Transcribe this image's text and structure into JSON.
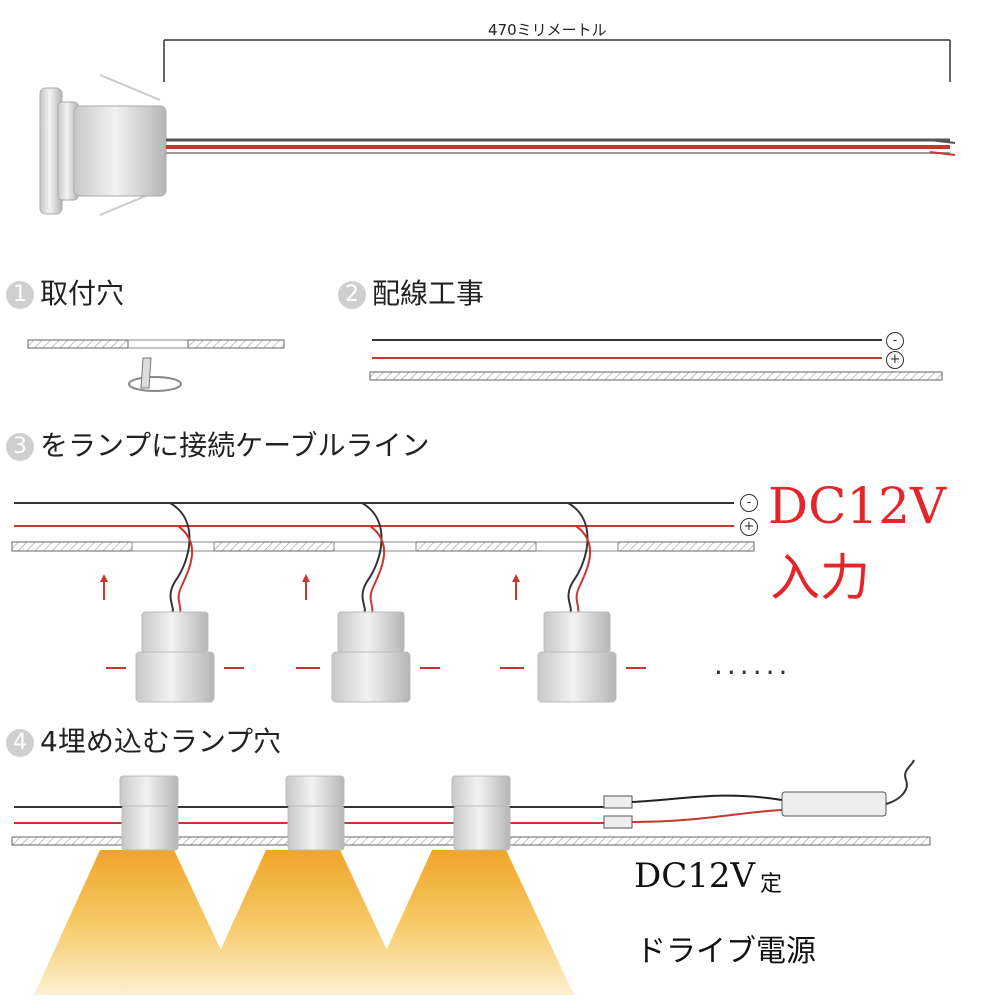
{
  "dimension_label": "470ミリメートル",
  "steps": [
    {
      "num": "1",
      "label": "取付穴"
    },
    {
      "num": "2",
      "label": "配線工事"
    },
    {
      "num": "3",
      "label": "をランプに接続ケーブルライン"
    },
    {
      "num": "4",
      "label": "4埋め込むランプ穴"
    }
  ],
  "polarity": {
    "negative": "-",
    "positive": "+"
  },
  "power_input": {
    "voltage": "DC12V",
    "label": "入力"
  },
  "continuation": "......",
  "driver": {
    "voltage": "DC12V",
    "suffix": "定",
    "label": "ドライブ電源"
  },
  "colors": {
    "wire_red": "#c8372d",
    "wire_black": "#333333",
    "text_red": "#e3262a",
    "light_beam": "#f3b63a"
  }
}
